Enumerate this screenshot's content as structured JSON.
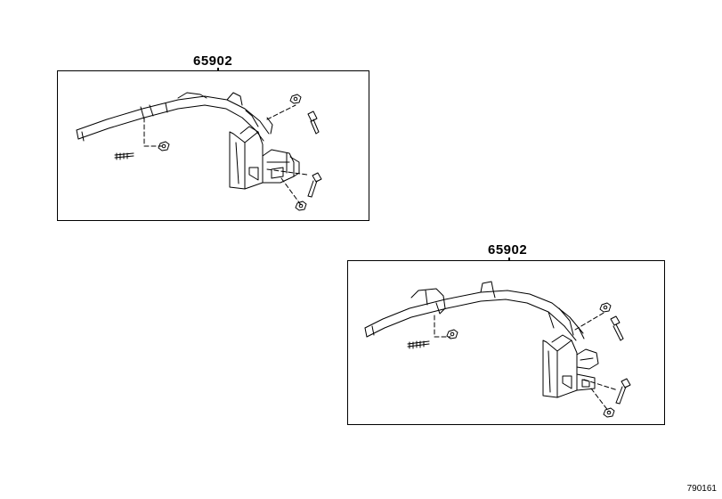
{
  "assemblies": [
    {
      "part_number": "65902"
    },
    {
      "part_number": "65902"
    }
  ],
  "figure_id": "790161"
}
